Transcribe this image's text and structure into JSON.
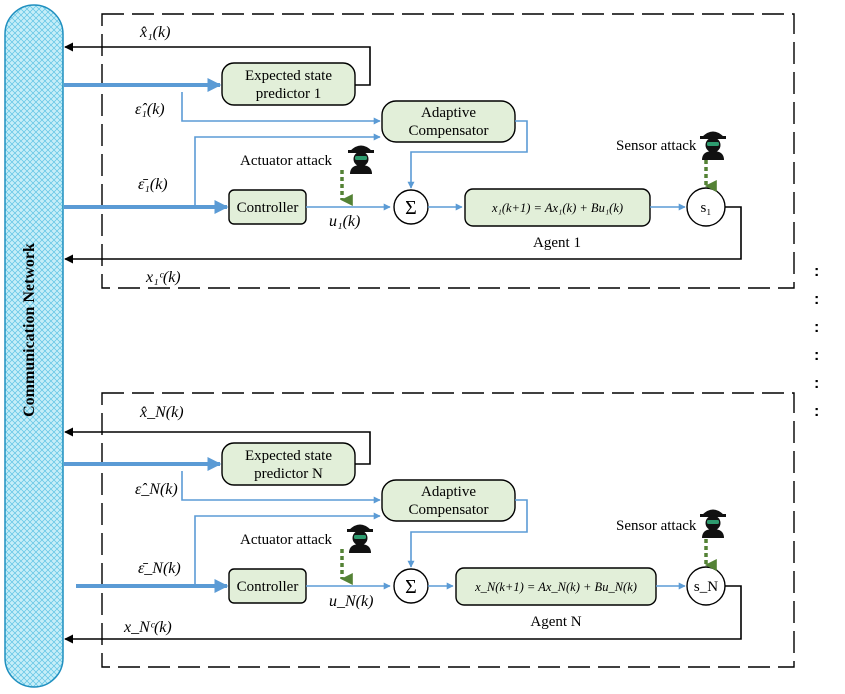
{
  "network": {
    "label": "Communication Network"
  },
  "colors": {
    "signal": "#5b9bd5",
    "block_fill": "#e2efd9",
    "block_stroke": "#000000",
    "attack_arrow": "#548235",
    "network_fill": "#c6eef8",
    "network_stroke": "#1f8fbf"
  },
  "agents": [
    {
      "x_hat": "x̂₁(k)",
      "eps_hat": "ε̂₁(k)",
      "eps_bar": "ε̄₁(k)",
      "x_c": "x₁ᶜ(k)",
      "u": "u₁(k)",
      "predictor_line1": "Expected state",
      "predictor_line2": "predictor 1",
      "compensator_line1": "Adaptive",
      "compensator_line2": "Compensator",
      "controller": "Controller",
      "sum_symbol": "Σ",
      "dynamics": "x₁(k+1) = Ax₁(k) + Bu₁(k)",
      "agent_label": "Agent 1",
      "sensor": "s₁",
      "actuator_attack": "Actuator attack",
      "sensor_attack": "Sensor attack",
      "attacker_icon": "hacker-icon"
    },
    {
      "x_hat": "x̂_N(k)",
      "eps_hat": "ε̂_N(k)",
      "eps_bar": "ε̄_N(k)",
      "x_c": "x_Nᶜ(k)",
      "u": "u_N(k)",
      "predictor_line1": "Expected state",
      "predictor_line2": "predictor N",
      "compensator_line1": "Adaptive",
      "compensator_line2": "Compensator",
      "controller": "Controller",
      "sum_symbol": "Σ",
      "dynamics": "x_N(k+1) = Ax_N(k) + Bu_N(k)",
      "agent_label": "Agent N",
      "sensor": "s_N",
      "actuator_attack": "Actuator attack",
      "sensor_attack": "Sensor attack",
      "attacker_icon": "hacker-icon"
    }
  ],
  "ellipsis": ":"
}
